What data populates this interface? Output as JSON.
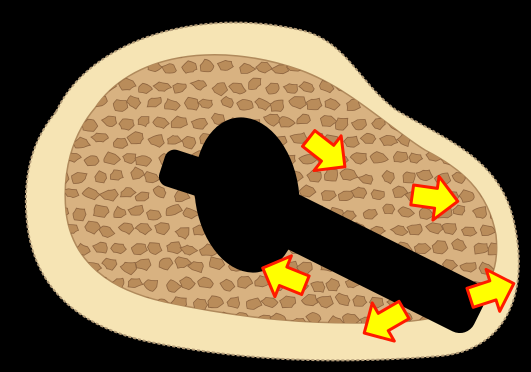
{
  "colors": {
    "background": "#000000",
    "cortical_bone": "#f6e4b4",
    "cortical_outline": "#b49c78",
    "cancellous_bg": "#d8b281",
    "trabecula": "#b98c5a",
    "trabecula_outline": "#8e6540",
    "implant": "#000000",
    "arrow_fill": "#ffff00",
    "arrow_stroke": "#ff1a00"
  },
  "elements": {
    "bone": "cortical-bone-cross-section",
    "spongy": "cancellous-bone",
    "implant": "implant-screw-shape",
    "arrows": "force-direction-arrow-icons"
  }
}
